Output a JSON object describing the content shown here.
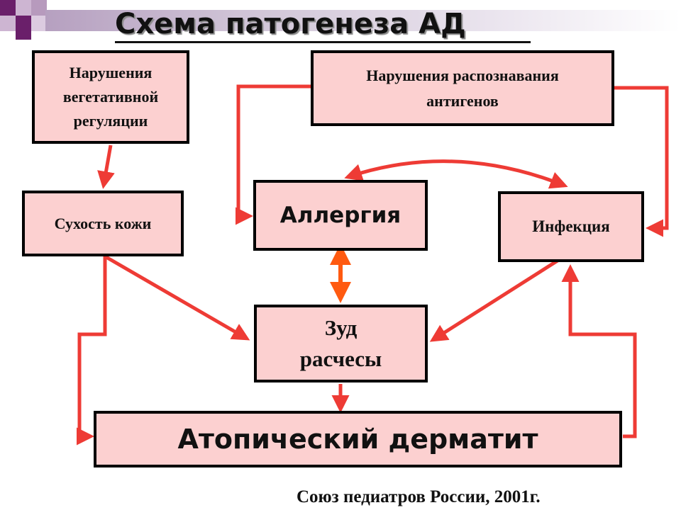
{
  "title": "Схема патогенеза АД",
  "boxes": {
    "vegetative": "Нарушения\nвегетативной\nрегуляции",
    "antigen": "Нарушения распознавания\nантигенов",
    "dry_skin": "Сухость кожи",
    "allergy": "Аллергия",
    "infection": "Инфекция",
    "itch": "Зуд\nрасчесы",
    "atopic": "Атопический дерматит"
  },
  "footer": "Союз педиатров России, 2001г.",
  "colors": {
    "box_fill": "#fcd0d0",
    "arrow": "#ee3b35",
    "arrow_orange": "#ff5a10",
    "decor_purple": "#6a1f6a"
  }
}
